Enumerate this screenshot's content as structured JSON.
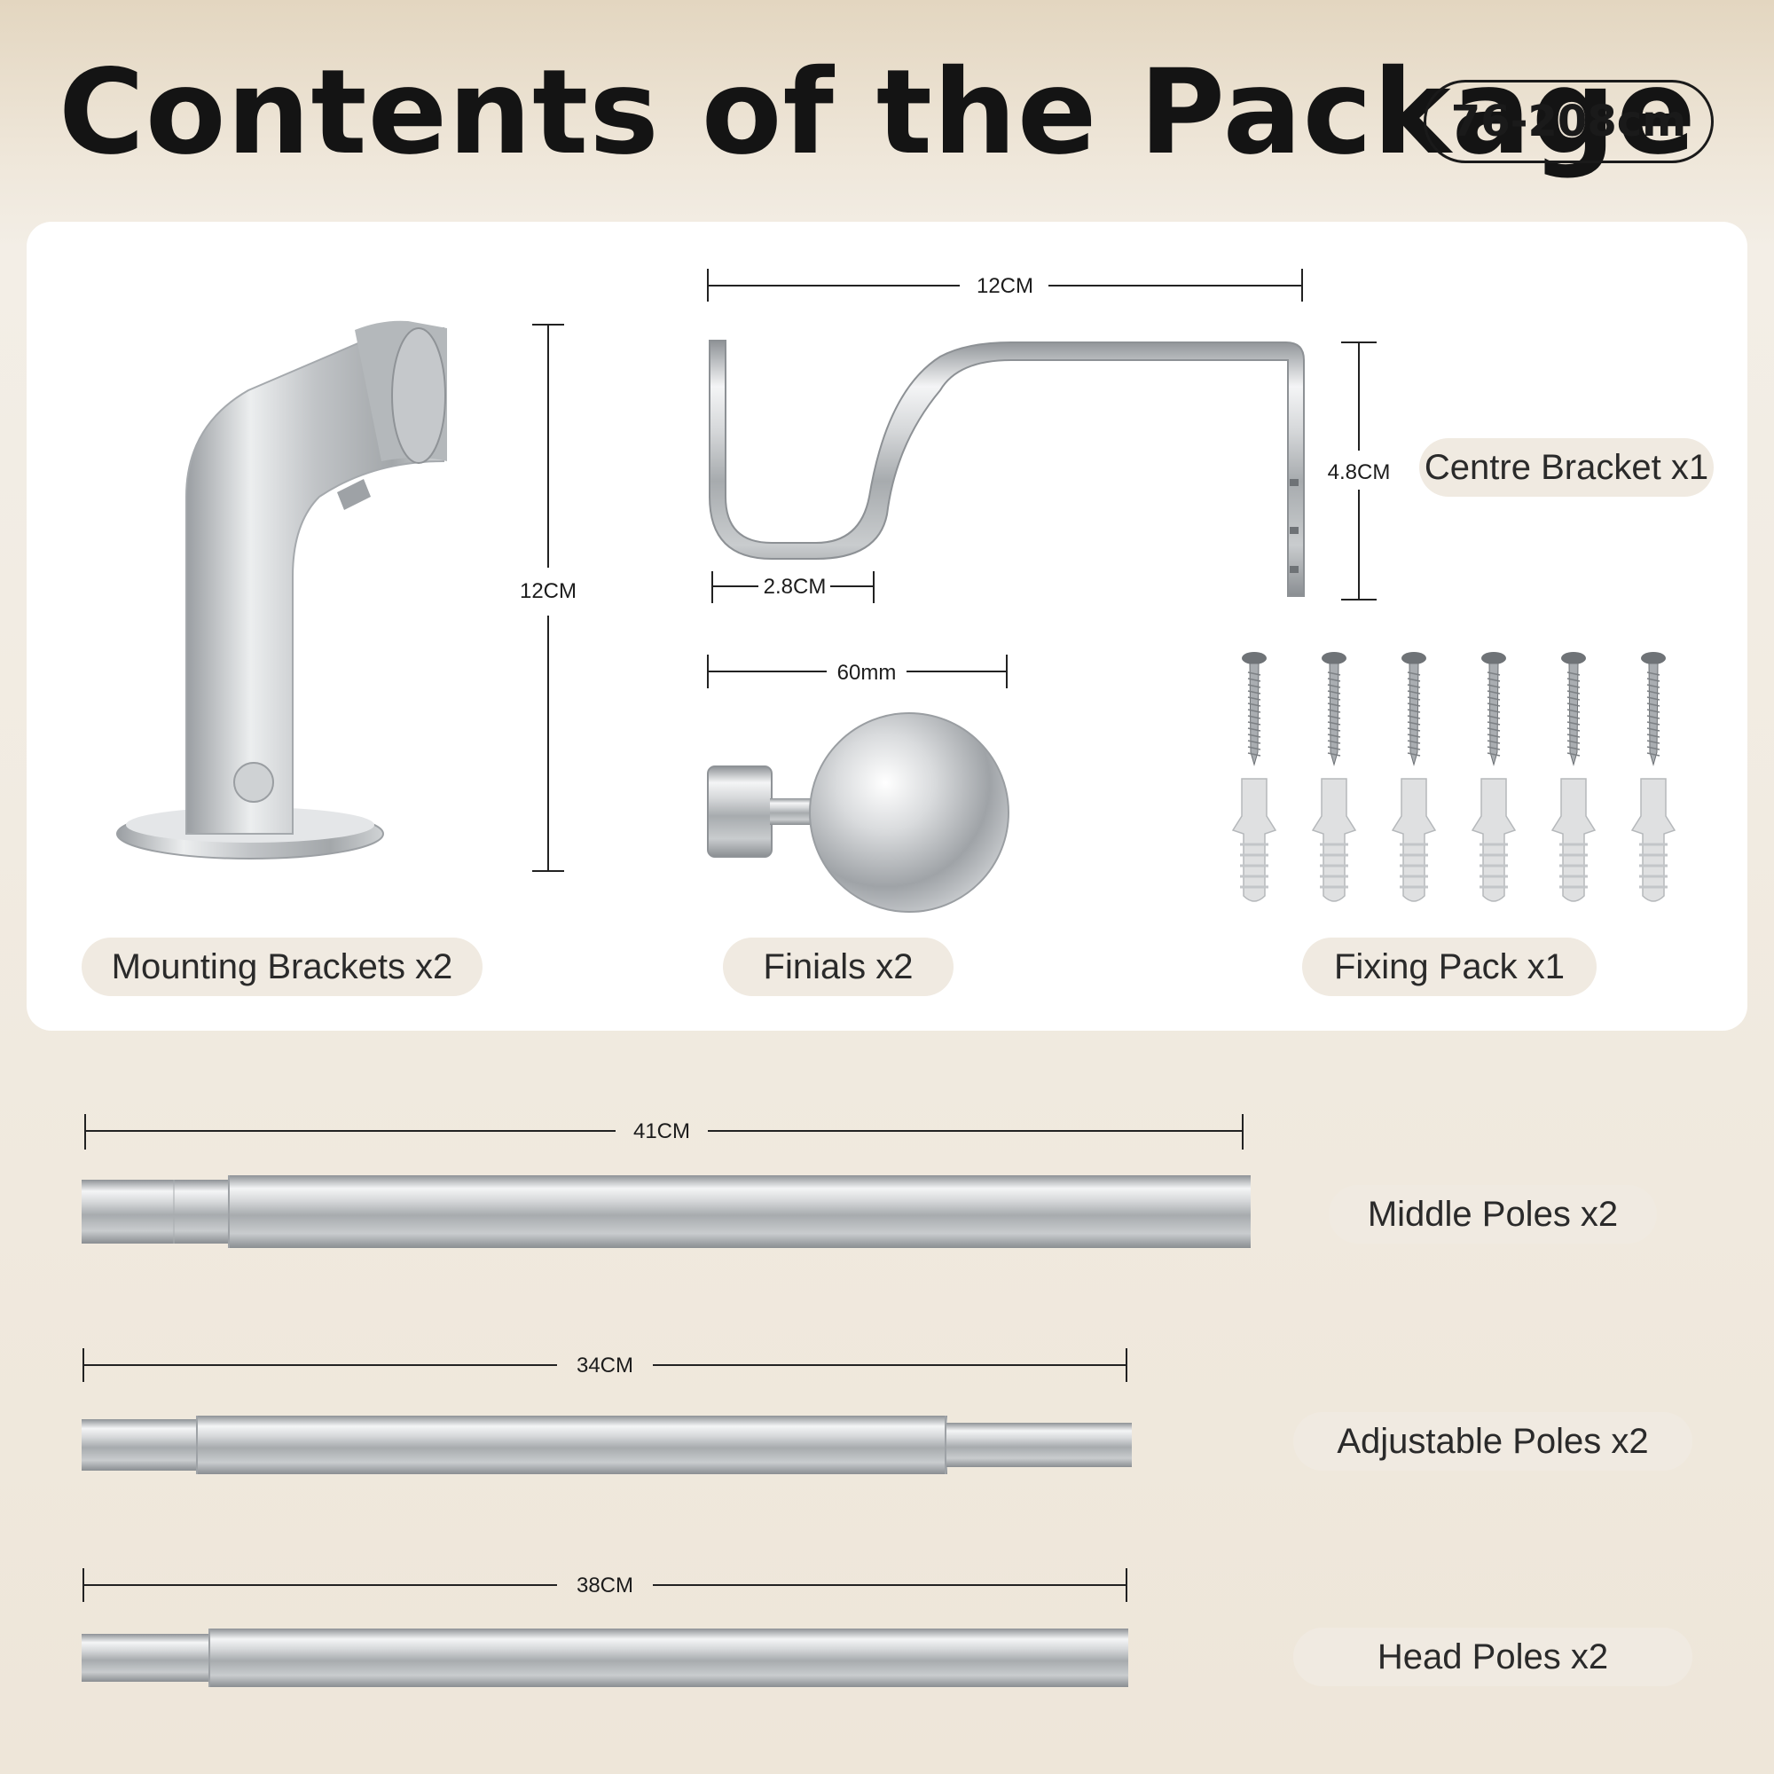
{
  "header": {
    "title": "Contents of the Package",
    "length_range": "76-208cm"
  },
  "top_panel": {
    "mounting_bracket": {
      "label": "Mounting Brackets x2",
      "height_dim": "12CM"
    },
    "centre_bracket": {
      "label": "Centre Bracket x1",
      "width_dim": "12CM",
      "height_dim": "4.8CM",
      "hook_dim": "2.8CM"
    },
    "finial": {
      "label": "Finials x2",
      "width_dim": "60mm"
    },
    "fixing_pack": {
      "label": "Fixing Pack x1"
    }
  },
  "bottom_panel": {
    "middle_pole": {
      "label": "Middle Poles x2",
      "length_dim": "41CM"
    },
    "adjustable_pole": {
      "label": "Adjustable Poles x2",
      "length_dim": "34CM"
    },
    "head_pole": {
      "label": "Head Poles x2",
      "length_dim": "38CM"
    }
  },
  "colors": {
    "pill_bg": "#f0eae1",
    "metal": "#b9bcbf",
    "ink": "#141414"
  }
}
